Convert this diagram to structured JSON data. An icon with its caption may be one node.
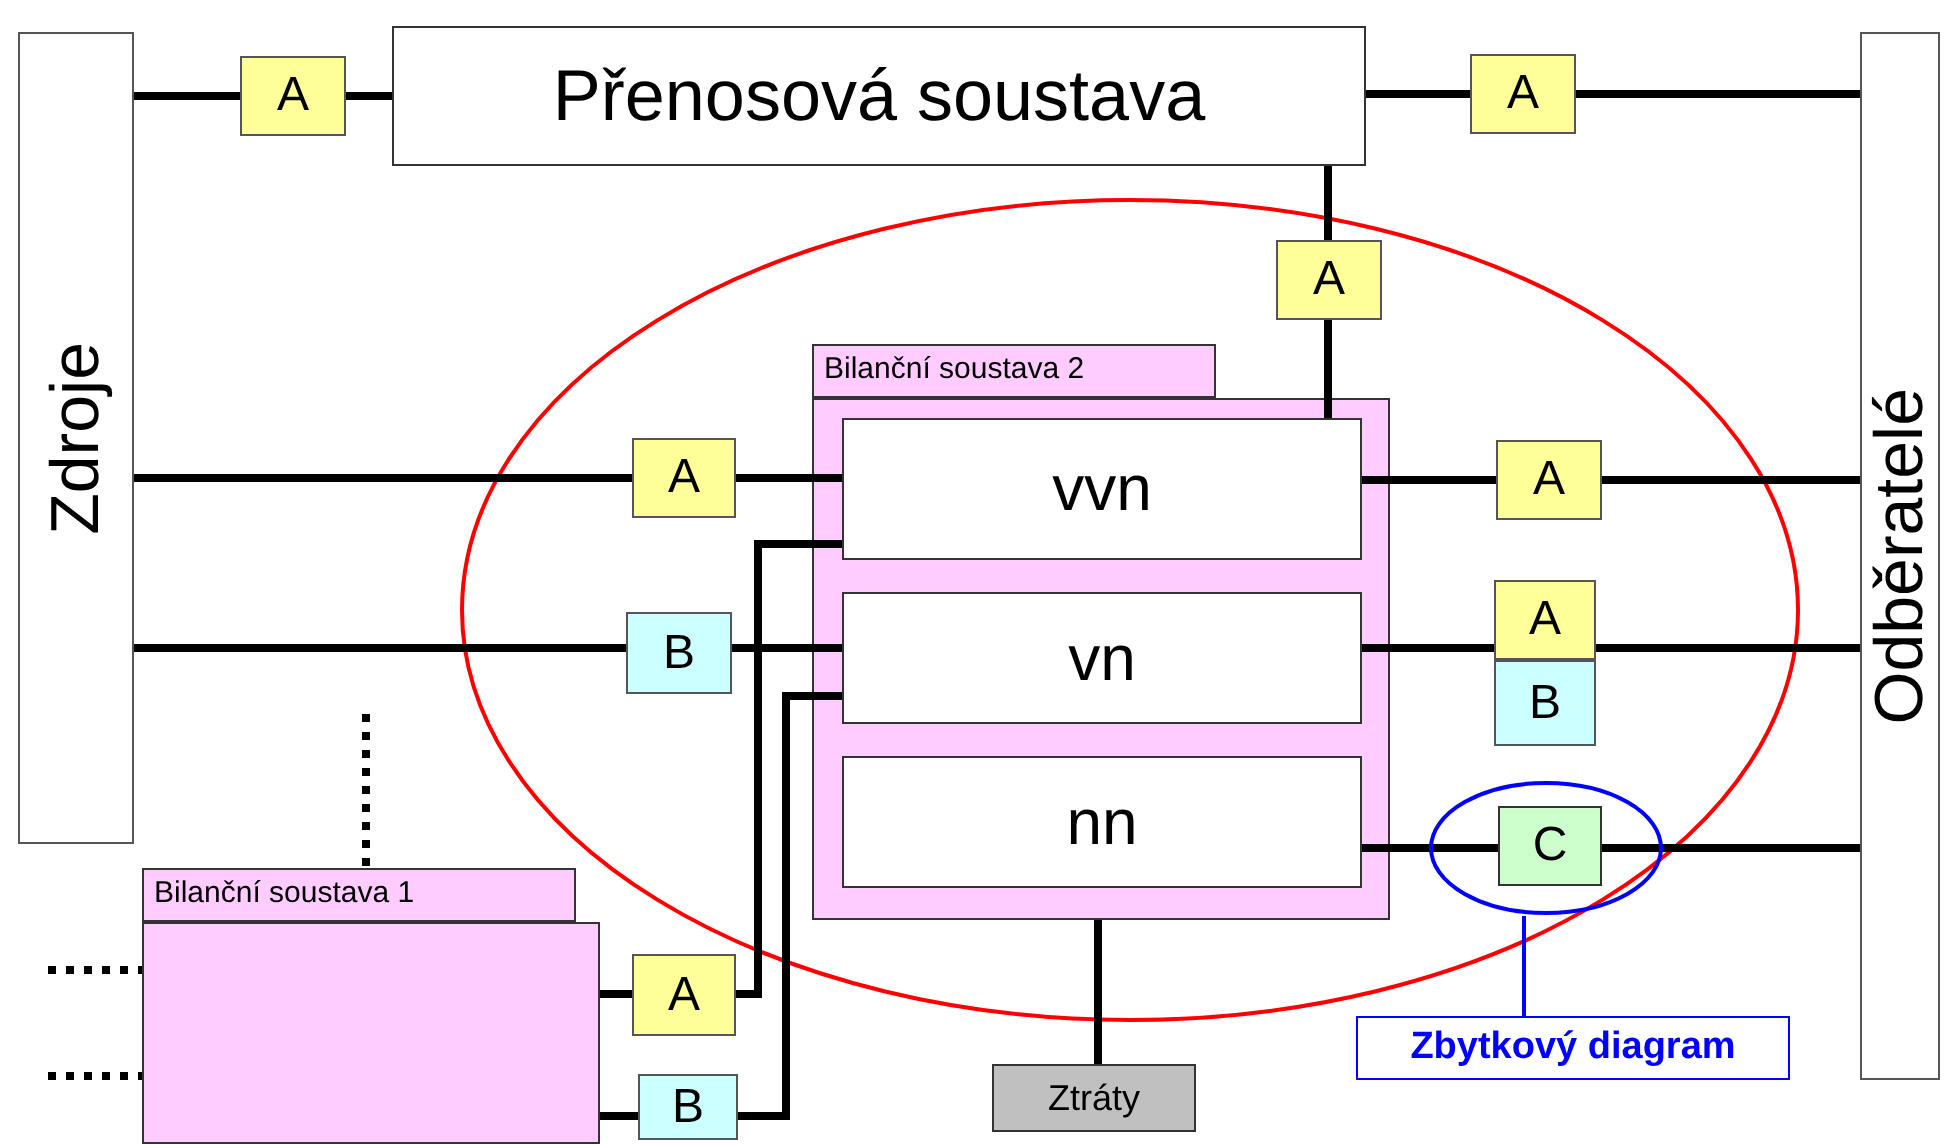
{
  "diagram": {
    "nodes": [
      {
        "text": [
          "Zdroje"
        ]
      },
      {
        "text": [
          "Přenosová soustava"
        ]
      },
      {
        "text": [
          "Odběratelé"
        ]
      },
      {
        "text": [
          "Bilanční soustava 2"
        ]
      },
      {
        "text": [
          "vvn"
        ],
        "in": 3
      },
      {
        "text": [
          "vn"
        ],
        "in": 3
      },
      {
        "text": [
          "nn"
        ],
        "in": 3
      },
      {
        "text": [
          "Bilanční soustava 1"
        ]
      },
      {
        "text": [
          "Ztráty"
        ]
      },
      {
        "text": [
          "A"
        ]
      },
      {
        "text": [
          "A"
        ]
      },
      {
        "text": [
          "A"
        ]
      },
      {
        "text": [
          "A"
        ]
      },
      {
        "text": [
          "A"
        ]
      },
      {
        "text": [
          "B"
        ]
      },
      {
        "text": [
          "A"
        ]
      },
      {
        "text": [
          "B"
        ]
      },
      {
        "text": [
          "C"
        ],
        "in": 20
      },
      {
        "text": [
          "A"
        ]
      },
      {
        "text": [
          "B"
        ]
      },
      {
        "text": [],
        "shape": "ellipse"
      },
      {
        "text": [
          "Zbytkový diagram"
        ]
      }
    ],
    "edges": [
      {
        "from": 0,
        "to": 9,
        "arrow": "none"
      },
      {
        "from": 9,
        "to": 1,
        "arrow": "none"
      },
      {
        "from": 1,
        "to": 10,
        "arrow": "none"
      },
      {
        "from": 10,
        "to": 2,
        "arrow": "none"
      },
      {
        "from": 1,
        "to": 11,
        "arrow": "none"
      },
      {
        "from": 11,
        "to": 4,
        "arrow": "none"
      },
      {
        "from": 0,
        "to": 12,
        "arrow": "none"
      },
      {
        "from": 12,
        "to": 4,
        "arrow": "none"
      },
      {
        "from": 0,
        "to": 14,
        "arrow": "none"
      },
      {
        "from": 14,
        "to": 5,
        "arrow": "none"
      },
      {
        "from": 4,
        "to": 13,
        "arrow": "none"
      },
      {
        "from": 13,
        "to": 2,
        "arrow": "none"
      },
      {
        "from": 5,
        "to": 15,
        "arrow": "none"
      },
      {
        "from": 15,
        "to": 2,
        "arrow": "none"
      },
      {
        "from": 6,
        "to": 17,
        "arrow": "none"
      },
      {
        "from": 17,
        "to": 2,
        "arrow": "none"
      },
      {
        "from": 3,
        "to": 8,
        "arrow": "none"
      },
      {
        "from": 7,
        "to": 18,
        "arrow": "none"
      },
      {
        "from": 18,
        "to": 4,
        "arrow": "none"
      },
      {
        "from": 7,
        "to": 19,
        "arrow": "none"
      },
      {
        "from": 19,
        "to": 5,
        "arrow": "none"
      },
      {
        "from": null,
        "to": 7,
        "arrow": "none",
        "style": "dashed"
      },
      {
        "from": null,
        "to": 7,
        "arrow": "none",
        "style": "dashed"
      },
      {
        "from": null,
        "to": 7,
        "arrow": "none",
        "style": "dashed"
      },
      {
        "from": 21,
        "to": 20,
        "arrow": "none",
        "color": "#0000ff"
      }
    ]
  }
}
